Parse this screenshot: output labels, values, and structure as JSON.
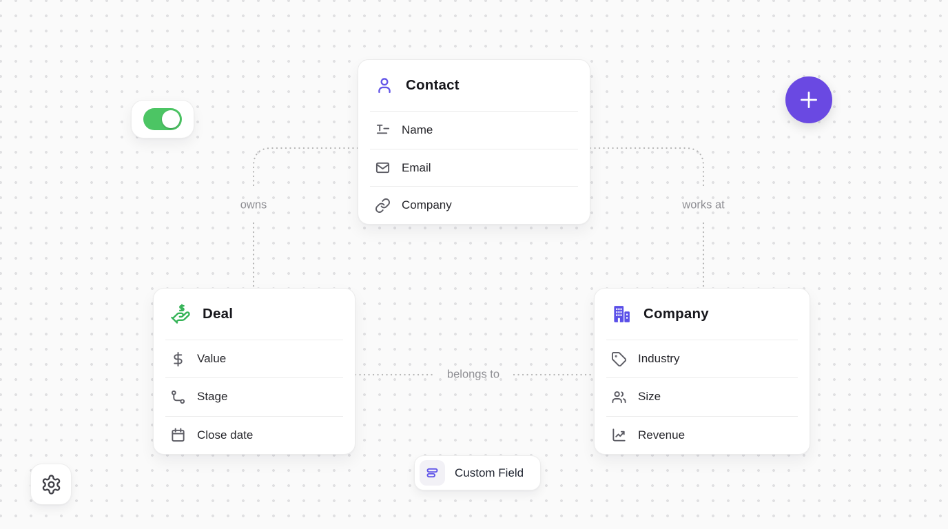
{
  "connections": [
    {
      "label": "owns"
    },
    {
      "label": "works at"
    },
    {
      "label": "belongs to"
    }
  ],
  "cards": [
    {
      "title": "Contact",
      "icon": "user-icon",
      "accent_color": "#6355e8",
      "fields": [
        {
          "icon": "text-icon",
          "label": "Name"
        },
        {
          "icon": "mail-icon",
          "label": "Email"
        },
        {
          "icon": "link-icon",
          "label": "Company"
        }
      ]
    },
    {
      "title": "Deal",
      "icon": "hand-dollar-icon",
      "accent_color": "#35b357",
      "fields": [
        {
          "icon": "dollar-icon",
          "label": "Value"
        },
        {
          "icon": "route-icon",
          "label": "Stage"
        },
        {
          "icon": "calendar-icon",
          "label": "Close date"
        }
      ]
    },
    {
      "title": "Company",
      "icon": "building-icon",
      "accent_color": "#5a4fe8",
      "fields": [
        {
          "icon": "tag-icon",
          "label": "Industry"
        },
        {
          "icon": "users-icon",
          "label": "Size"
        },
        {
          "icon": "chart-line-icon",
          "label": "Revenue"
        }
      ]
    }
  ],
  "toggle": {
    "state": "on",
    "color": "#4cc564"
  },
  "fab": {
    "icon": "plus-icon",
    "color": "#6a49e2"
  },
  "settings_button": {
    "icon": "gear-icon"
  },
  "chip": {
    "icon": "rows-icon",
    "label": "Custom Field"
  }
}
